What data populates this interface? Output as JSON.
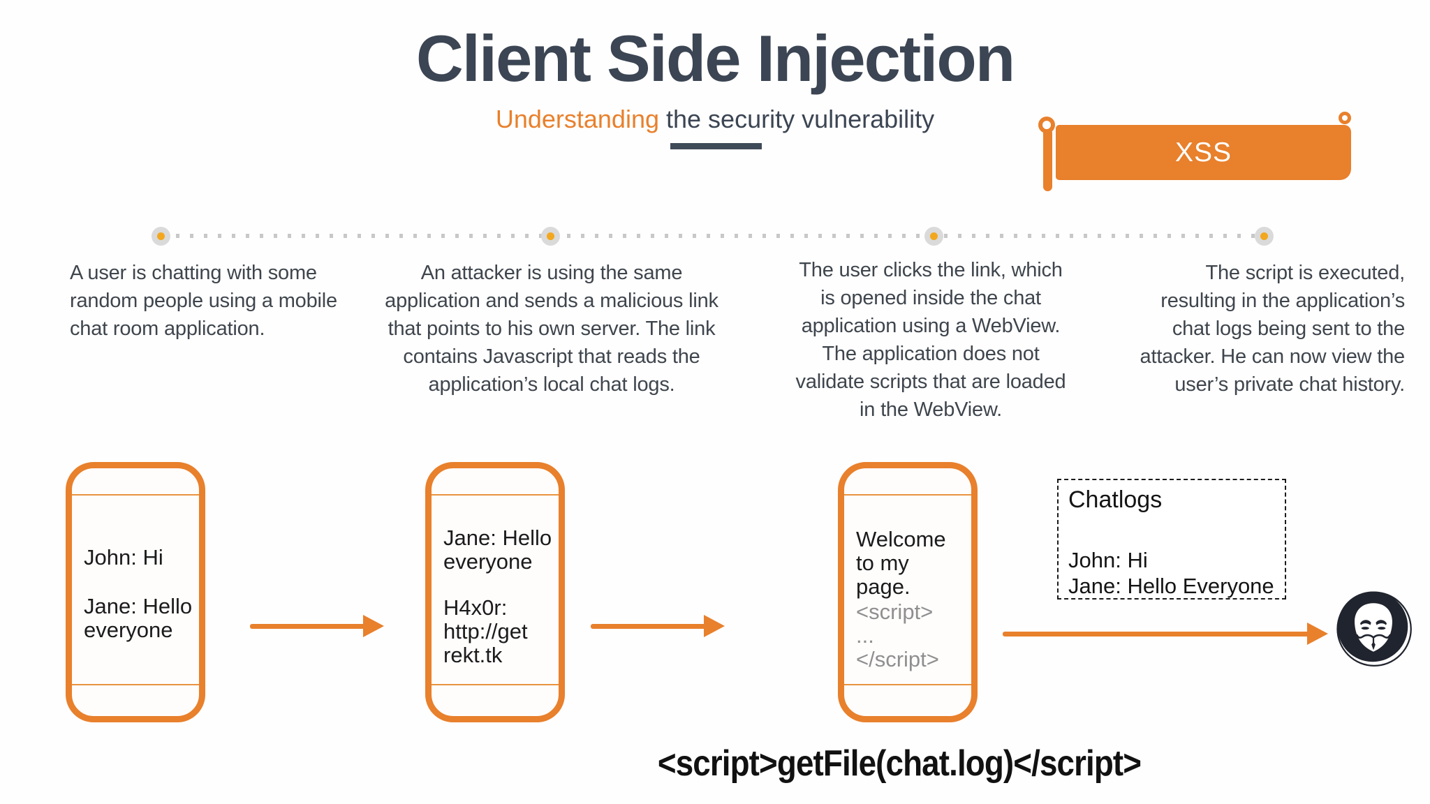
{
  "title": "Client Side Injection",
  "subtitle": {
    "highlight": "Understanding",
    "rest": " the security vulnerability"
  },
  "ribbon": {
    "label": "XSS"
  },
  "steps": [
    {
      "lines": [
        "A user is chatting with some",
        "random people using a mobile",
        "chat room application."
      ]
    },
    {
      "lines": [
        "An attacker is using the same",
        "application and sends a malicious link",
        "that points to his own server. The link",
        "contains Javascript that reads the",
        "application’s local chat logs."
      ]
    },
    {
      "lines": [
        "The user clicks the link, which",
        "is opened inside the chat",
        "application using a WebView.",
        "The application does not",
        "validate scripts that are loaded",
        "in the WebView."
      ]
    },
    {
      "lines": [
        "The script is executed,",
        "resulting in the application’s",
        "chat logs being sent to the",
        "attacker. He can now view the",
        "user’s private chat history."
      ]
    }
  ],
  "phones": [
    {
      "block1": [
        "John: Hi"
      ],
      "block2": [
        "Jane: Hello",
        "everyone"
      ]
    },
    {
      "block1": [
        "Jane: Hello",
        "everyone"
      ],
      "block2": [
        "H4x0r:",
        "http://get",
        "rekt.tk"
      ]
    },
    {
      "block1": [
        "Welcome",
        "to my",
        "page."
      ],
      "block2": [
        "<script>",
        "...",
        "</script>"
      ]
    }
  ],
  "chatlogs": {
    "title": "Chatlogs",
    "lines": [
      "John: Hi",
      "Jane: Hello Everyone"
    ]
  },
  "code_line": "<script>getFile(chat.log)</script>",
  "colors": {
    "accent_orange": "#E8802C",
    "title_slate": "#3B4553",
    "body_text": "#3E454D",
    "timeline_amber": "#F2A71E",
    "timeline_ring": "#DADADA",
    "muted_code_gray": "#8F8F8F",
    "mask_circle": "#20242E"
  }
}
